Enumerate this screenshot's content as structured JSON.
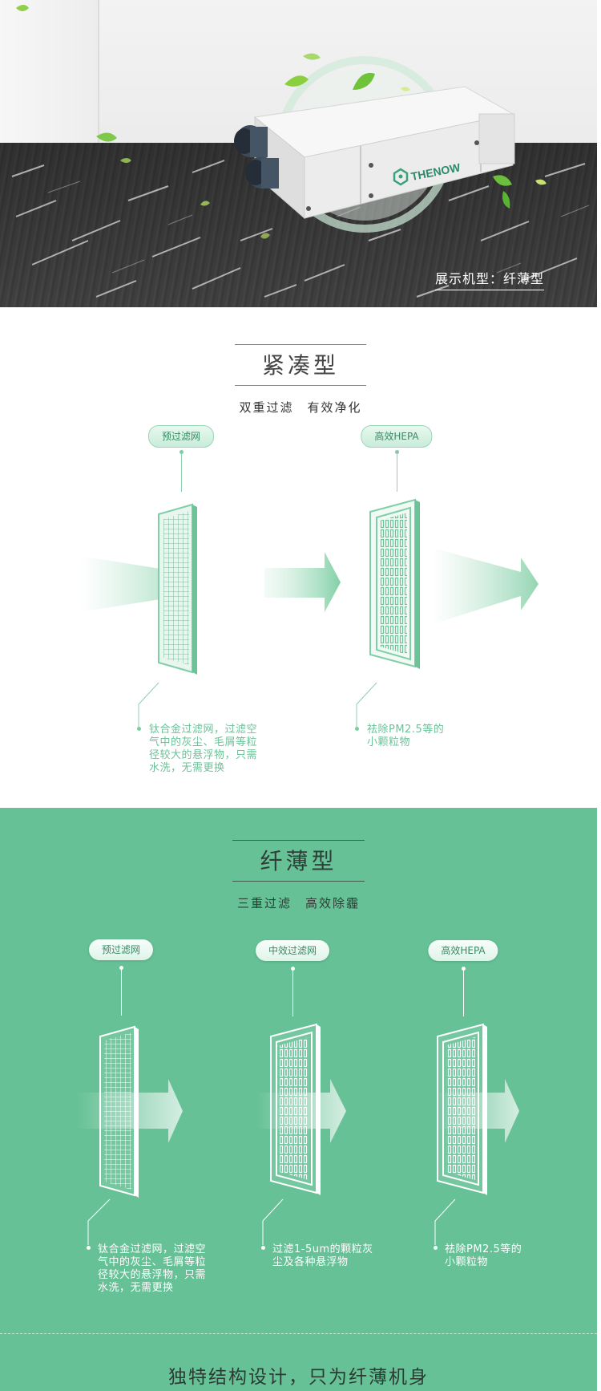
{
  "hero": {
    "brand": "THENOW",
    "caption": "展示机型：纤薄型",
    "icons": [
      "leaf-icon",
      "product-logo-icon"
    ]
  },
  "compact": {
    "title": "紧凑型",
    "subtitle": "双重过滤　有效净化",
    "filters": [
      {
        "label": "预过滤网",
        "description": "钛合金过滤网，过滤空\n气中的灰尘、毛屑等粒\n径较大的悬浮物，只需\n水洗，无需更换"
      },
      {
        "label": "高效HEPA",
        "description": "祛除PM2.5等的\n小颗粒物"
      }
    ]
  },
  "slim": {
    "title": "纤薄型",
    "subtitle": "三重过滤　高效除霾",
    "filters": [
      {
        "label": "预过滤网",
        "description": "钛合金过滤网，过滤空\n气中的灰尘、毛屑等粒\n径较大的悬浮物，只需\n水洗，无需更换"
      },
      {
        "label": "中效过滤网",
        "description": "过滤1-5um的颗粒灰\n尘及各种悬浮物"
      },
      {
        "label": "高效HEPA",
        "description": "祛除PM2.5等的\n小颗粒物"
      }
    ],
    "slogan": "独特结构设计，只为纤薄机身"
  },
  "colors": {
    "accent": "#66c196",
    "accent_light": "#8fd1ae",
    "text_green": "#6cc198"
  }
}
